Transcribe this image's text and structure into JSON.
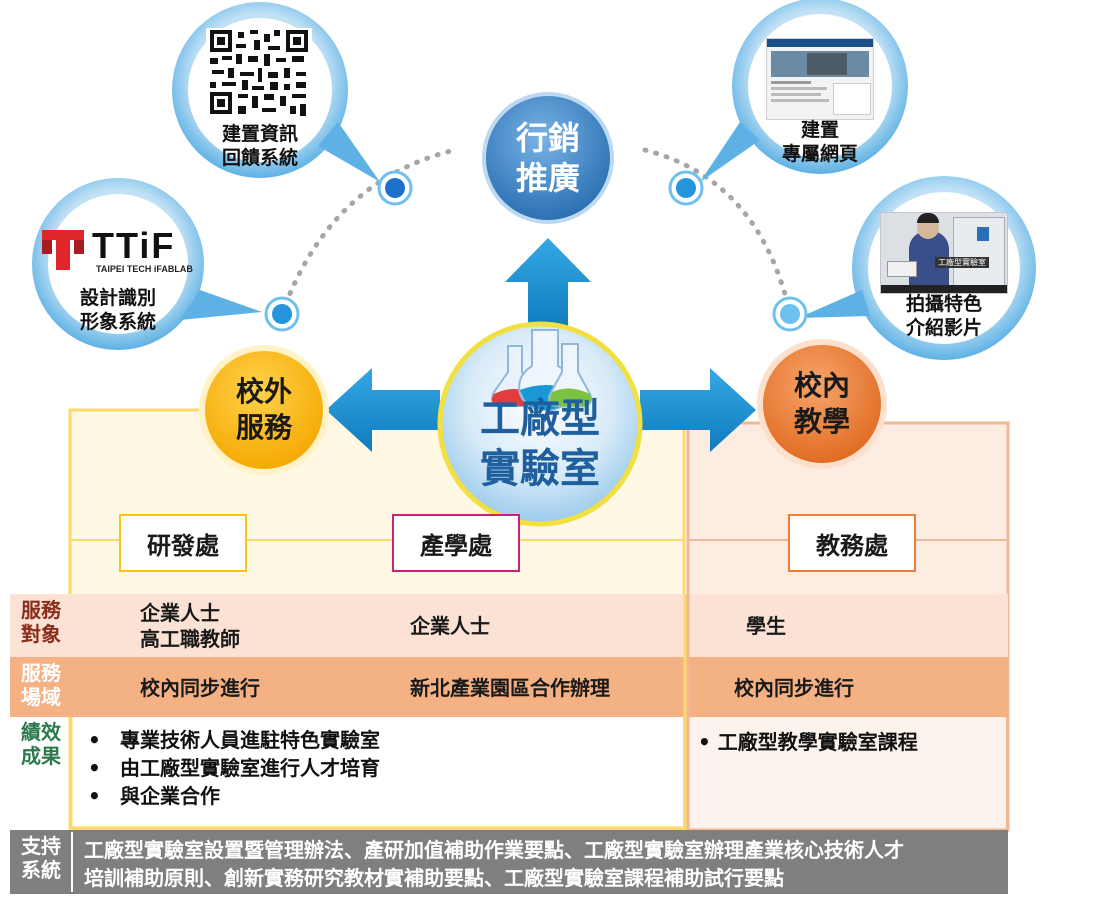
{
  "center": {
    "line1": "工廠型",
    "line2": "實驗室"
  },
  "marketing": {
    "line1": "行銷",
    "line2": "推廣"
  },
  "external": {
    "line1": "校外",
    "line2": "服務"
  },
  "internal": {
    "line1": "校內",
    "line2": "教學"
  },
  "bubbles": [
    {
      "line1": "設計識別",
      "line2": "形象系統"
    },
    {
      "line1": "建置資訊",
      "line2": "回饋系統"
    },
    {
      "line1": "建置",
      "line2": "專屬網頁"
    },
    {
      "line1": "拍攝特色",
      "line2": "介紹影片"
    }
  ],
  "logo": {
    "main": "TTiF",
    "sub": "TAIPEI TECH iFABLAB"
  },
  "video_caption": "工廠型實驗室",
  "departments": {
    "rd": "研發處",
    "industry": "產學處",
    "academic": "教務處"
  },
  "rows": {
    "target": {
      "label1": "服務",
      "label2": "對象",
      "rd_line1": "企業人士",
      "rd_line2": "高工職教師",
      "industry": "企業人士",
      "academic": "學生"
    },
    "venue": {
      "label1": "服務",
      "label2": "場域",
      "rd": "校內同步進行",
      "industry": "新北產業園區合作辦理",
      "academic": "校內同步進行"
    },
    "results": {
      "label1": "績效",
      "label2": "成果",
      "external_items": [
        "專業技術人員進駐特色實驗室",
        "由工廠型實驗室進行人才培育",
        "與企業合作"
      ],
      "internal_item": "• 工廠型教學實驗室課程"
    }
  },
  "support": {
    "label1": "支持",
    "label2": "系統",
    "line1": "工廠型實驗室設置暨管理辦法、產研加值補助作業要點、工廠型實驗室辦理產業核心技術人才",
    "line2": "培訓補助原則、創新實務研究教材實補助要點、工廠型實驗室課程補助試行要點"
  },
  "colors": {
    "external_fill": "#fef8e4",
    "external_border": "#fbd96a",
    "internal_fill": "#fcece2",
    "internal_border": "#f2b795",
    "row_target": "#fbe2d4",
    "row_venue": "#f4b184",
    "gold_circle": "#fbbd1b",
    "orange_circle": "#ed7d31",
    "blue_arrow": "#1b8fcf",
    "marketing_circle": "#2f7fc2",
    "support_bar": "#7f7f7f",
    "rd_border": "#f9c31a",
    "industry_border": "#c8227a",
    "academic_border": "#ed7d31"
  }
}
